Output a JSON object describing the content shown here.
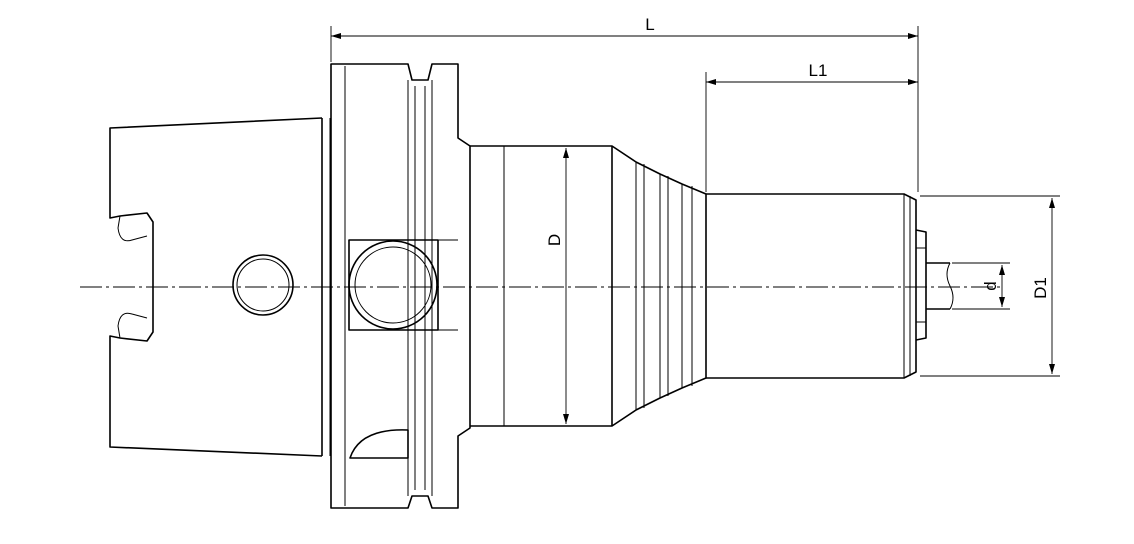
{
  "drawing": {
    "stroke_color": "#000000",
    "background": "#ffffff",
    "dimensions": {
      "overall_length": "L",
      "projection_length": "L1",
      "body_diameter": "D",
      "nose_diameter": "D1",
      "bore_diameter": "d"
    }
  }
}
